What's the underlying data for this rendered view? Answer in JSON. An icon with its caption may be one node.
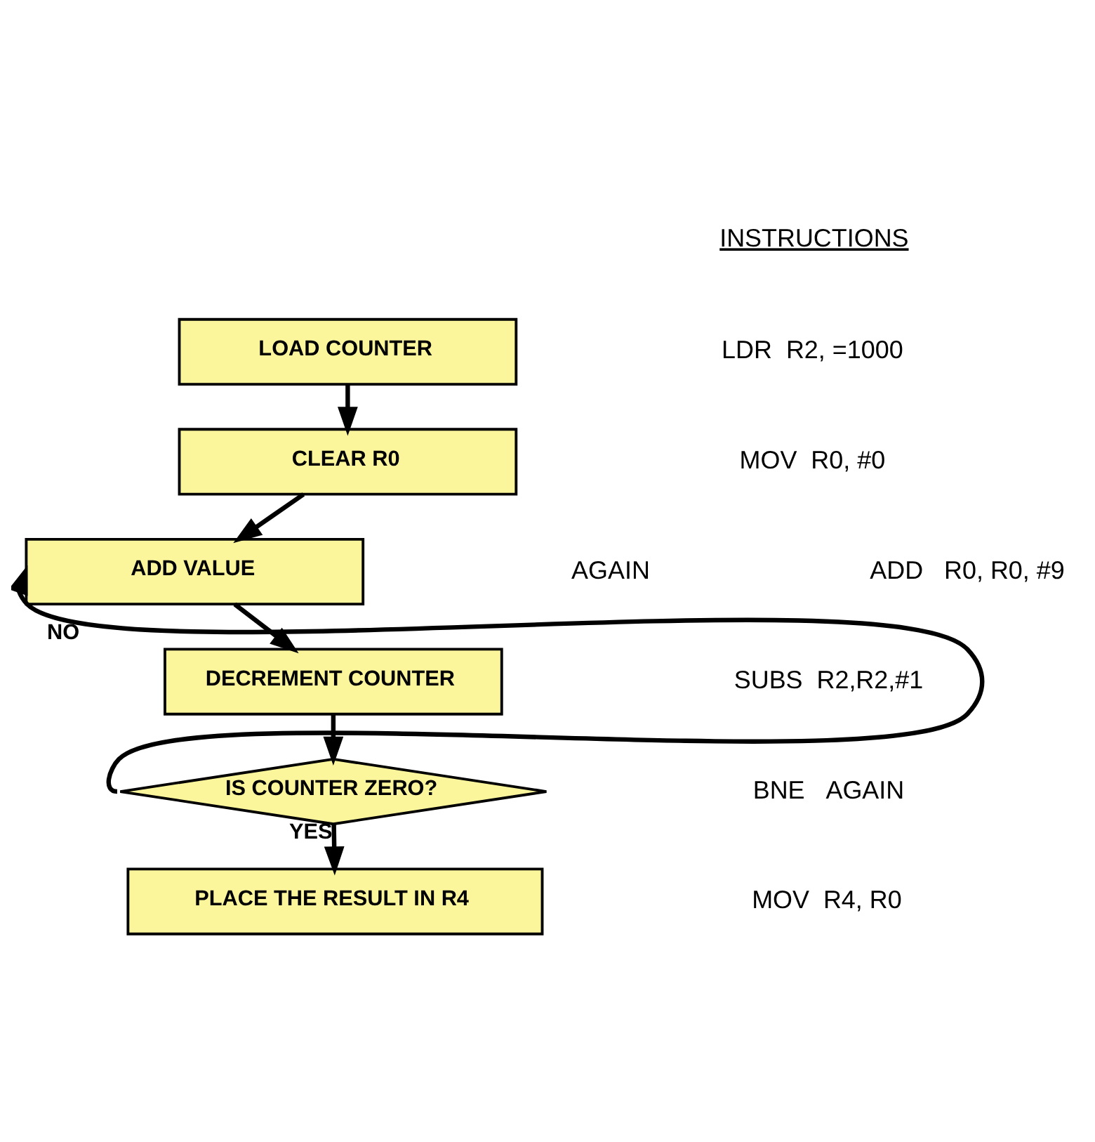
{
  "diagram": {
    "nodes": [
      {
        "text": [
          "LOAD COUNTER"
        ]
      },
      {
        "text": [
          "CLEAR R0"
        ]
      },
      {
        "text": [
          "ADD VALUE"
        ]
      },
      {
        "text": [
          "DECREMENT COUNTER"
        ]
      },
      {
        "text": [
          "IS COUNTER ZERO?"
        ]
      },
      {
        "text": [
          "PLACE THE RESULT IN R4"
        ]
      }
    ],
    "edges": [
      {
        "from": 0,
        "to": 1,
        "arrow": "to"
      },
      {
        "from": 1,
        "to": 2,
        "arrow": "to"
      },
      {
        "from": 2,
        "to": 3,
        "arrow": "to"
      },
      {
        "from": 3,
        "to": 4,
        "arrow": "to"
      },
      {
        "from": 4,
        "to": 2,
        "arrow": "to",
        "label": "NO"
      },
      {
        "from": 4,
        "to": 5,
        "arrow": "to",
        "label": "YES"
      }
    ],
    "labels": [
      "INSTRUCTIONS",
      "LDR  R2, =1000",
      "MOV  R0, #0",
      "AGAIN",
      "ADD   R0, R0, #9",
      "SUBS  R2,R2,#1",
      "BNE   AGAIN",
      "MOV  R4, R0"
    ]
  }
}
